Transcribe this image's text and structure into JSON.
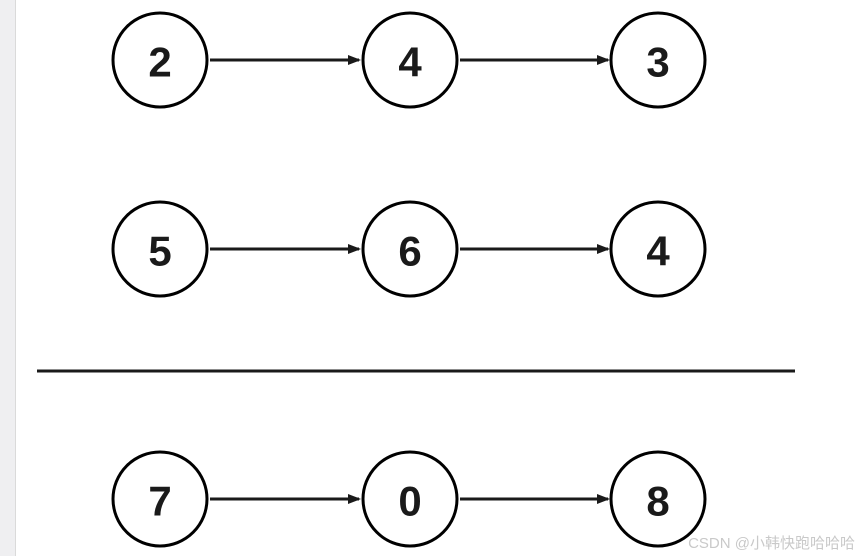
{
  "page": {
    "background": "#ffffff",
    "left_gutter_color": "#efeff1",
    "watermark": {
      "text": "CSDN @小韩快跑哈哈哈",
      "color": "#c9c9c9"
    }
  },
  "diagram": {
    "kind": "singly-linked-lists",
    "description": "Two input linked lists above a horizontal divider and one result linked list below it",
    "node_fill": "#ffffff",
    "node_stroke": "#000000",
    "arrow_color": "#1a1a1a",
    "divider_color": "#1a1a1a",
    "lists": [
      {
        "name": "list-1",
        "nodes": [
          "2",
          "4",
          "3"
        ]
      },
      {
        "name": "list-2",
        "nodes": [
          "5",
          "6",
          "4"
        ]
      },
      {
        "name": "result-list",
        "nodes": [
          "7",
          "0",
          "8"
        ]
      }
    ]
  }
}
